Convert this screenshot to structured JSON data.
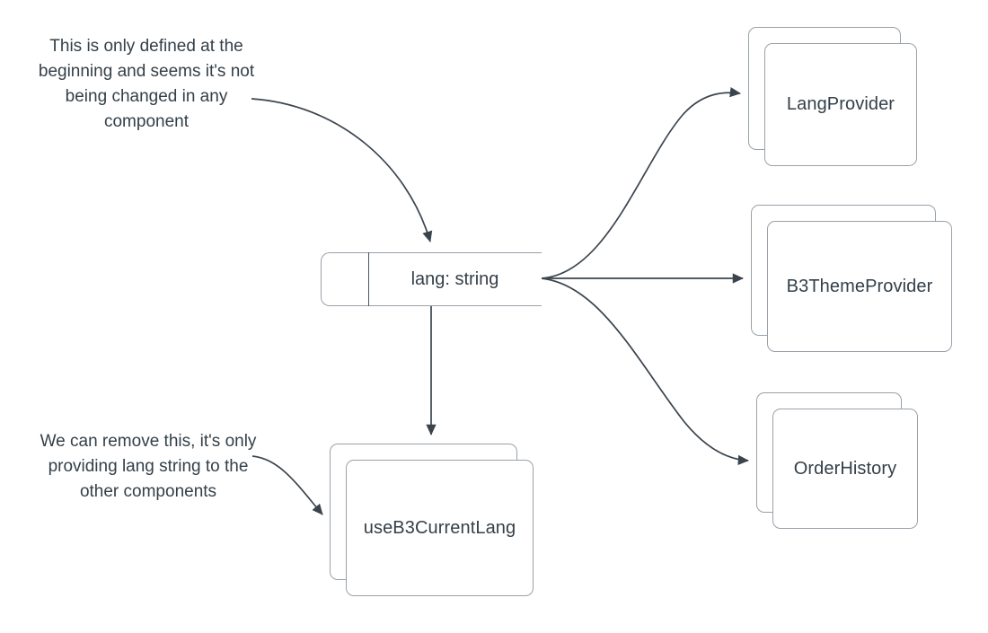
{
  "diagram": {
    "title": "lang string propagation diagram",
    "background_color": "#ffffff",
    "stroke_color": "#9aa1a9",
    "connector_color": "#3b444d",
    "text_color": "#333f48"
  },
  "annotations": [
    {
      "id": "lang-defined",
      "text": "This is only defined at the beginning and seems it's not being changed in any component"
    },
    {
      "id": "remove-hook",
      "text": "We can remove this, it's only providing lang string to the other components"
    }
  ],
  "nodes": {
    "lang_string": {
      "label": "lang: string"
    },
    "lang_provider": {
      "label": "LangProvider"
    },
    "b3_theme_provider": {
      "label": "B3ThemeProvider"
    },
    "order_history": {
      "label": "OrderHistory"
    },
    "use_b3_current_lang": {
      "label": "useB3CurrentLang"
    }
  },
  "connectors": [
    {
      "id": "annotation-to-lang-string",
      "from": "lang-defined-note",
      "to": "lang_string",
      "style": "curved-arrow"
    },
    {
      "id": "annotation-to-hook",
      "from": "remove-hook-note",
      "to": "use_b3_current_lang",
      "style": "curved-arrow"
    },
    {
      "id": "lang-to-langprovider",
      "from": "lang_string",
      "to": "lang_provider",
      "style": "curved-arrow"
    },
    {
      "id": "lang-to-b3themeprovider",
      "from": "lang_string",
      "to": "b3_theme_provider",
      "style": "straight-arrow"
    },
    {
      "id": "lang-to-orderhistory",
      "from": "lang_string",
      "to": "order_history",
      "style": "curved-arrow"
    },
    {
      "id": "lang-to-hook",
      "from": "lang_string",
      "to": "use_b3_current_lang",
      "style": "straight-arrow"
    }
  ]
}
